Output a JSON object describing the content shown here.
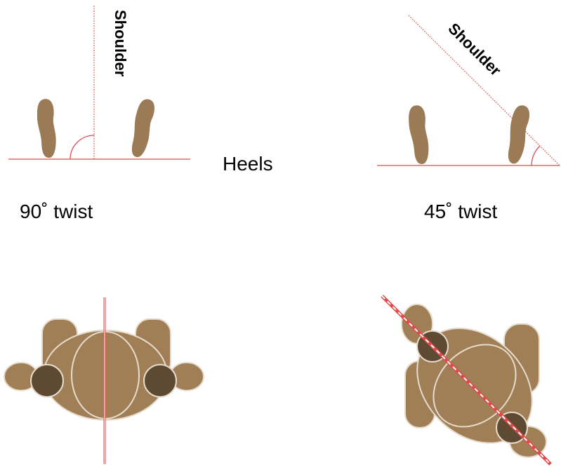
{
  "labels": {
    "heels": "Heels",
    "twist_90": "90˚ twist",
    "twist_45": "45˚ twist",
    "shoulder_90": "Shoulder",
    "shoulder_45": "Shoulder"
  },
  "colors": {
    "line_red": "#e04a4a",
    "foot": "#9a7b55",
    "body": "#a07f56",
    "body_outline": "#e6dccd",
    "head_dark": "#5e4a33",
    "background": "#ffffff"
  }
}
